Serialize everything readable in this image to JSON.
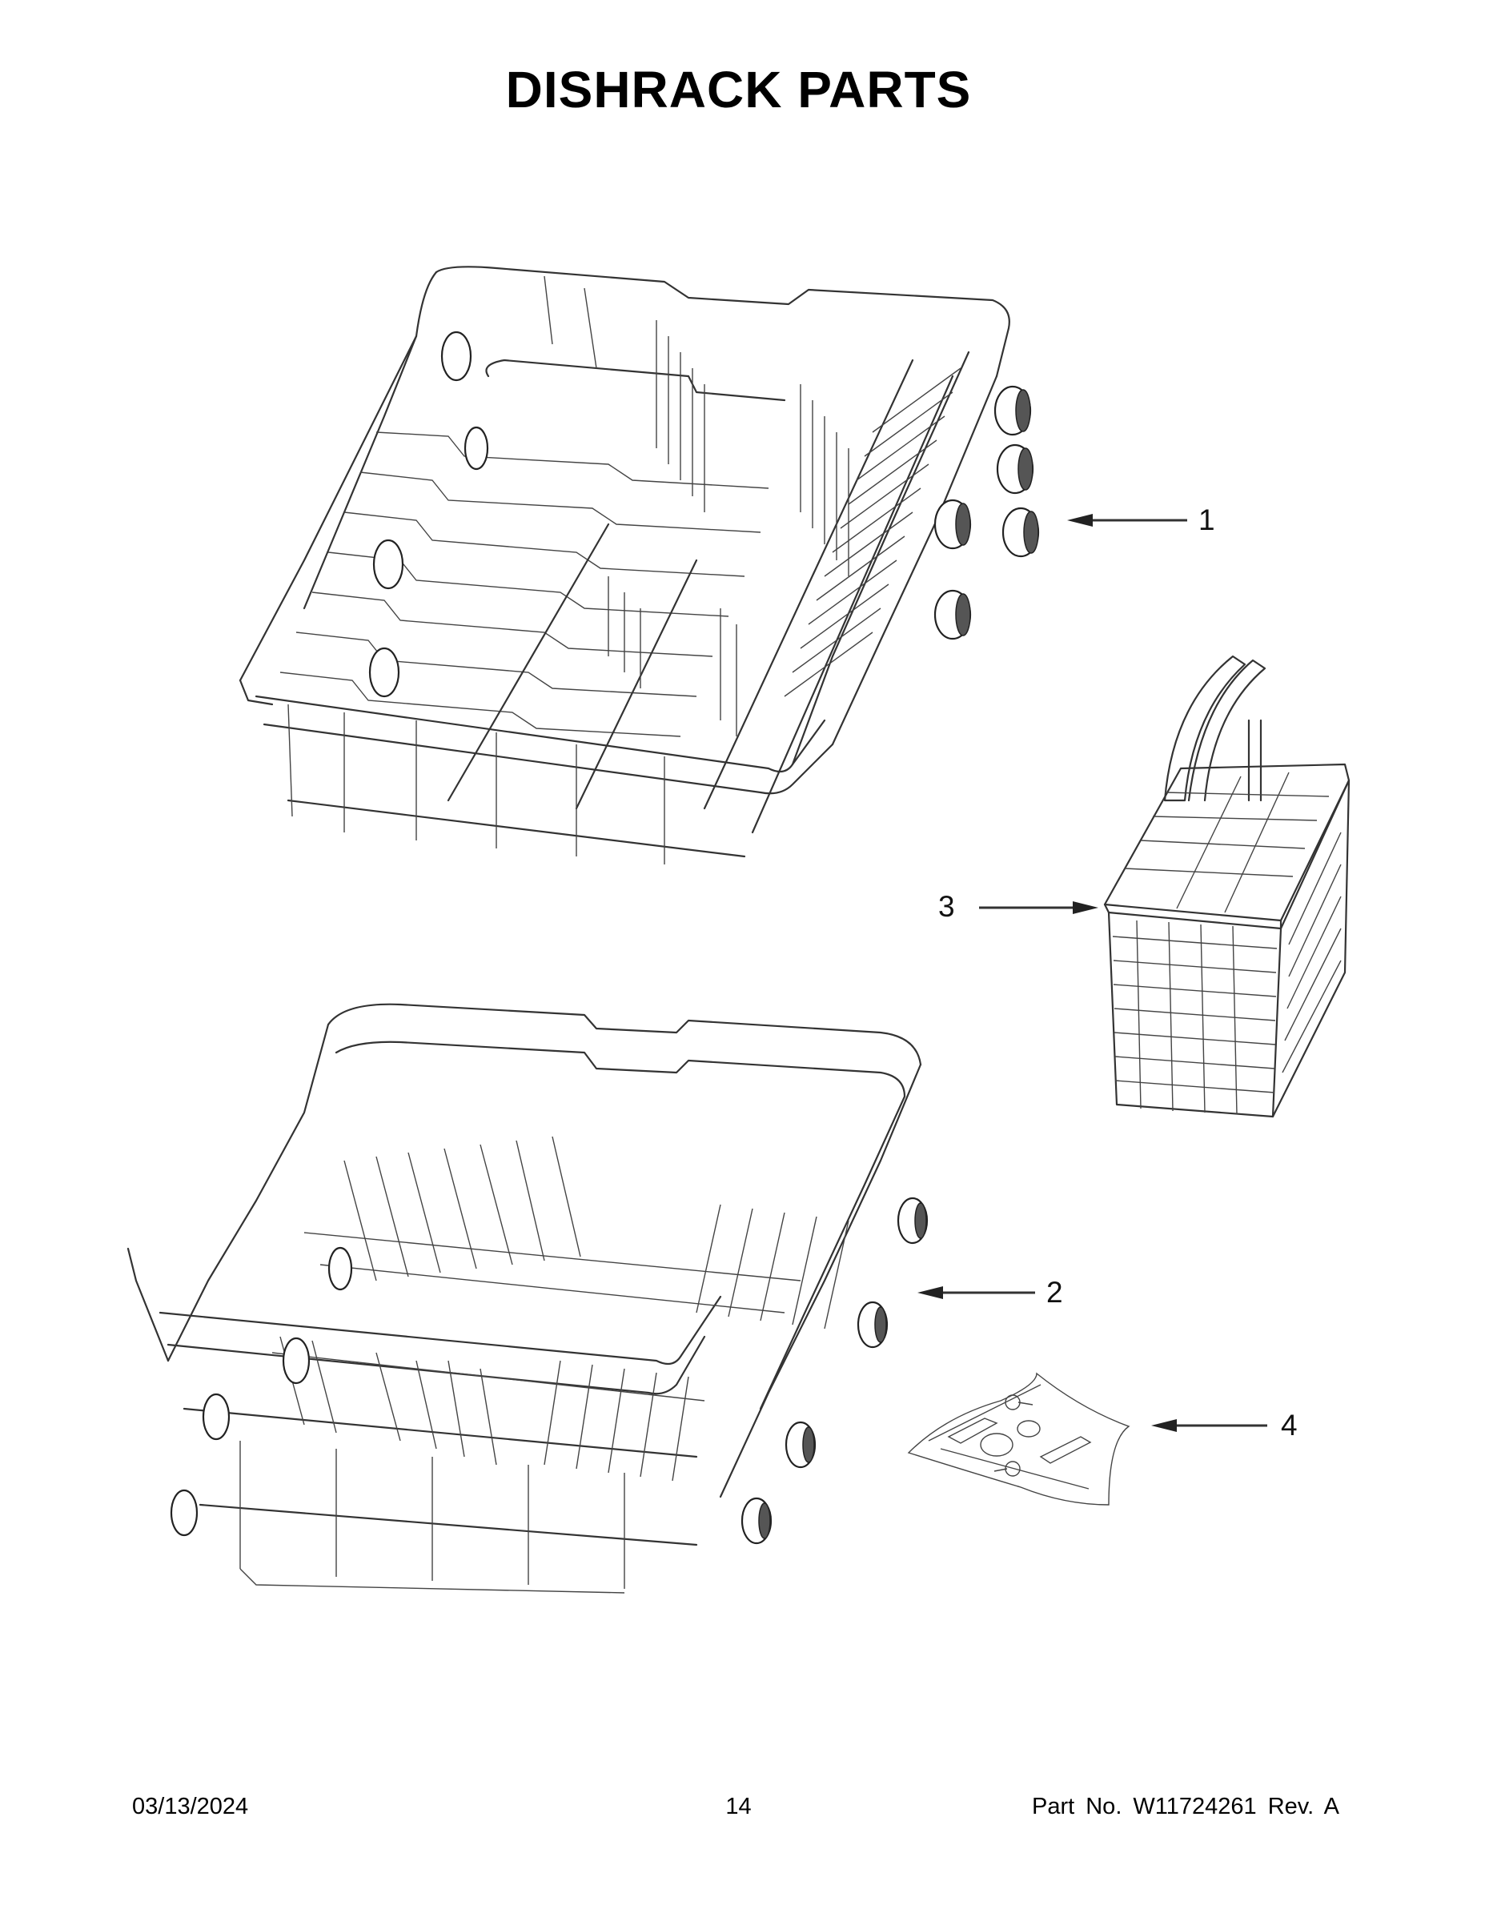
{
  "page": {
    "title": "DISHRACK PARTS",
    "footer": {
      "date": "03/13/2024",
      "page_number": "14",
      "part_number_text": "Part No.  W11724261  Rev.  A"
    }
  },
  "callouts": [
    {
      "id": "1",
      "label": "1",
      "part": "upper-dishrack",
      "arrow_direction": "left"
    },
    {
      "id": "2",
      "label": "2",
      "part": "lower-dishrack",
      "arrow_direction": "left"
    },
    {
      "id": "3",
      "label": "3",
      "part": "silverware-basket",
      "arrow_direction": "right"
    },
    {
      "id": "4",
      "label": "4",
      "part": "hardware-kit-bag",
      "arrow_direction": "left"
    }
  ],
  "colors": {
    "background": "#ffffff",
    "ink": "#000000",
    "line_art": "#333333"
  }
}
